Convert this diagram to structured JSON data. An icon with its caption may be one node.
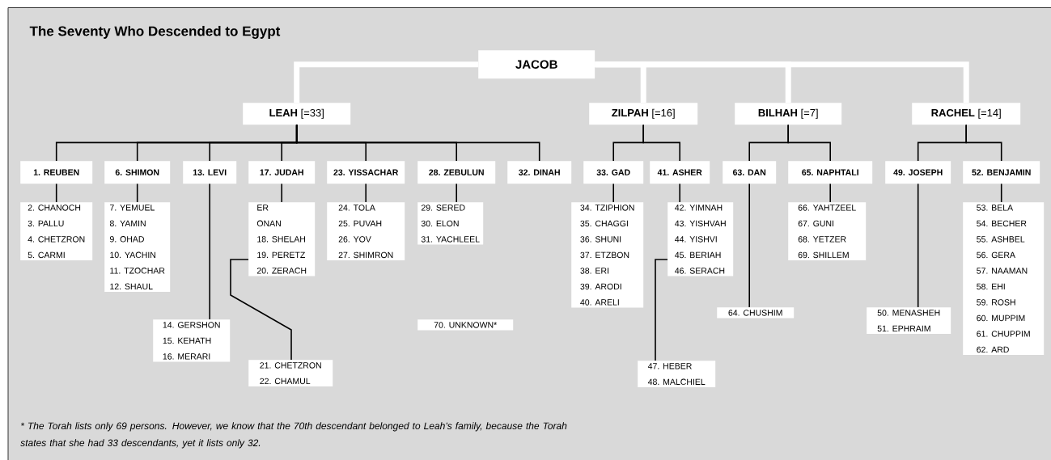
{
  "diagram": {
    "title": "The Seventy Who Descended to Egypt",
    "nodes": [
      {
        "text": [
          "JACOB"
        ]
      },
      {
        "text": [
          "**LEAH** [=33]"
        ]
      },
      {
        "text": [
          "**ZILPAH** [=16]"
        ]
      },
      {
        "text": [
          "**BILHAH** [=7]"
        ]
      },
      {
        "text": [
          "**RACHEL** [=14]"
        ]
      },
      {
        "text": [
          "1. REUBEN"
        ]
      },
      {
        "text": [
          "6. SHIMON"
        ]
      },
      {
        "text": [
          "13. LEVI"
        ]
      },
      {
        "text": [
          "17. JUDAH"
        ]
      },
      {
        "text": [
          "23. YISSACHAR"
        ]
      },
      {
        "text": [
          "28. ZEBULUN"
        ]
      },
      {
        "text": [
          "32. DINAH"
        ]
      },
      {
        "text": [
          "33. GAD"
        ]
      },
      {
        "text": [
          "41. ASHER"
        ]
      },
      {
        "text": [
          "63. DAN"
        ]
      },
      {
        "text": [
          "65. NAPHTALI"
        ]
      },
      {
        "text": [
          "49. JOSEPH"
        ]
      },
      {
        "text": [
          "52. BENJAMIN"
        ]
      },
      {
        "text": [
          "2. CHANOCH",
          "3. PALLU",
          "4. CHETZRON",
          "5. CARMI"
        ]
      },
      {
        "text": [
          "7. YEMUEL",
          "8. YAMIN",
          "9. OHAD",
          "10. YACHIN",
          "11. TZOCHAR",
          "12. SHAUL"
        ]
      },
      {
        "text": [
          "ER",
          "ONAN",
          "18. SHELAH",
          "19. PERETZ",
          "20. ZERACH"
        ]
      },
      {
        "text": [
          "24. TOLA",
          "25. PUVAH",
          "26. YOV",
          "27. SHIMRON"
        ]
      },
      {
        "text": [
          "29. SERED",
          "30. ELON",
          "31. YACHLEEL"
        ]
      },
      {
        "text": [
          "34. TZIPHION",
          "35. CHAGGI",
          "36. SHUNI",
          "37. ETZBON",
          "38. ERI",
          "39. ARODI",
          "40. ARELI"
        ]
      },
      {
        "text": [
          "42. YIMNAH",
          "43. YISHVAH",
          "44. YISHVI",
          "45. BERIAH",
          "46. SERACH"
        ]
      },
      {
        "text": [
          "66. YAHTZEEL",
          "67. GUNI",
          "68. YETZER",
          "69. SHILLEM"
        ]
      },
      {
        "text": [
          "53. BELA",
          "54. BECHER",
          "55. ASHBEL",
          "56. GERA",
          "57. NAAMAN",
          "58. EHI",
          "59. ROSH",
          "60. MUPPIM",
          "61. CHUPPIM",
          "62. ARD"
        ]
      },
      {
        "text": [
          "14. GERSHON",
          "15. KEHATH",
          "16. MERARI"
        ]
      },
      {
        "text": [
          "64. CHUSHIM"
        ]
      },
      {
        "text": [
          "50. MENASHEH",
          "51. EPHRAIM"
        ]
      },
      {
        "text": [
          "70. UNKNOWN*"
        ]
      },
      {
        "text": [
          "21. CHETZRON",
          "22. CHAMUL"
        ]
      },
      {
        "text": [
          "47. HEBER",
          "48. MALCHIEL"
        ]
      }
    ],
    "edges": [
      {
        "from": 0,
        "to": 1,
        "arrow": "none",
        "style": "thick",
        "color": "#ffffff"
      },
      {
        "from": 0,
        "to": 2,
        "arrow": "none",
        "style": "thick",
        "color": "#ffffff"
      },
      {
        "from": 0,
        "to": 3,
        "arrow": "none",
        "style": "thick",
        "color": "#ffffff"
      },
      {
        "from": 0,
        "to": 4,
        "arrow": "none",
        "style": "thick",
        "color": "#ffffff"
      },
      {
        "from": 1,
        "to": 5,
        "arrow": "none"
      },
      {
        "from": 1,
        "to": 6,
        "arrow": "none"
      },
      {
        "from": 1,
        "to": 7,
        "arrow": "none"
      },
      {
        "from": 1,
        "to": 8,
        "arrow": "none"
      },
      {
        "from": 1,
        "to": 9,
        "arrow": "none"
      },
      {
        "from": 1,
        "to": 10,
        "arrow": "none"
      },
      {
        "from": 1,
        "to": 11,
        "arrow": "none"
      },
      {
        "from": 2,
        "to": 12,
        "arrow": "none"
      },
      {
        "from": 2,
        "to": 13,
        "arrow": "none"
      },
      {
        "from": 3,
        "to": 14,
        "arrow": "none"
      },
      {
        "from": 3,
        "to": 15,
        "arrow": "none"
      },
      {
        "from": 4,
        "to": 16,
        "arrow": "none"
      },
      {
        "from": 4,
        "to": 17,
        "arrow": "none"
      },
      {
        "from": 5,
        "to": 18,
        "arrow": "none"
      },
      {
        "from": 6,
        "to": 19,
        "arrow": "none"
      },
      {
        "from": 7,
        "to": 27,
        "arrow": "none"
      },
      {
        "from": 8,
        "to": 20,
        "arrow": "none"
      },
      {
        "from": 9,
        "to": 21,
        "arrow": "none"
      },
      {
        "from": 10,
        "to": 22,
        "arrow": "none"
      },
      {
        "from": 12,
        "to": 23,
        "arrow": "none"
      },
      {
        "from": 13,
        "to": 24,
        "arrow": "none"
      },
      {
        "from": 14,
        "to": 28,
        "arrow": "none"
      },
      {
        "from": 15,
        "to": 25,
        "arrow": "none"
      },
      {
        "from": 16,
        "to": 29,
        "arrow": "none"
      },
      {
        "from": 17,
        "to": 26,
        "arrow": "none"
      },
      {
        "from": 20,
        "to": 31,
        "arrow": "none"
      },
      {
        "from": 24,
        "to": 32,
        "arrow": "none"
      }
    ],
    "labels": [
      "* The Torah lists only 69 persons. However, we know that the 70th descendant belonged to Leah’s family, because the Torah states that she had 33 descendants, yet it lists only 32."
    ]
  }
}
